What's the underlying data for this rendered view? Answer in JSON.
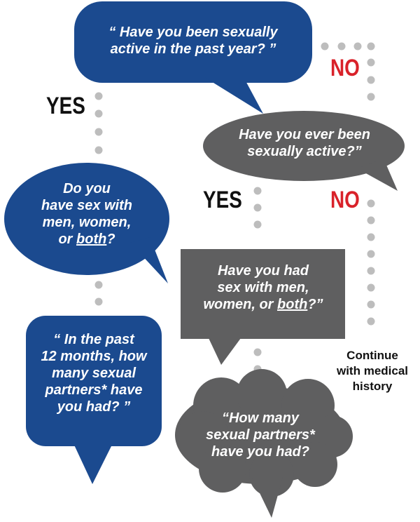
{
  "colors": {
    "blue": "#1b4a8f",
    "gray": "#5f5f60",
    "dot": "#bdbdbd",
    "red": "#d9222a",
    "text": "#111111"
  },
  "q1": {
    "line1": "“ Have you been sexually",
    "line2": "active in the past year? ”"
  },
  "q2": {
    "line1": "Have you ever been",
    "line2": "sexually active?”"
  },
  "q3": {
    "line1": "Do you",
    "line2": "have sex with",
    "line3": "men, women,",
    "line4_pre": "or ",
    "line4_em": "both",
    "line4_post": "?"
  },
  "q4": {
    "line1": "Have you had",
    "line2": "sex with men,",
    "line3_pre": "women, or ",
    "line3_em": "both",
    "line3_post": "?”"
  },
  "q5": {
    "line1": "“ In the past",
    "line2": "12 months, how",
    "line3": "many sexual",
    "line4": "partners* have",
    "line5": "you had? ”"
  },
  "q6": {
    "line1": "“How many",
    "line2": "sexual partners*",
    "line3": "have you had?"
  },
  "labels": {
    "yes1": "YES",
    "no1": "NO",
    "yes2": "YES",
    "no2": "NO"
  },
  "continue": {
    "line1": "Continue",
    "line2": "with medical",
    "line3": "history"
  }
}
